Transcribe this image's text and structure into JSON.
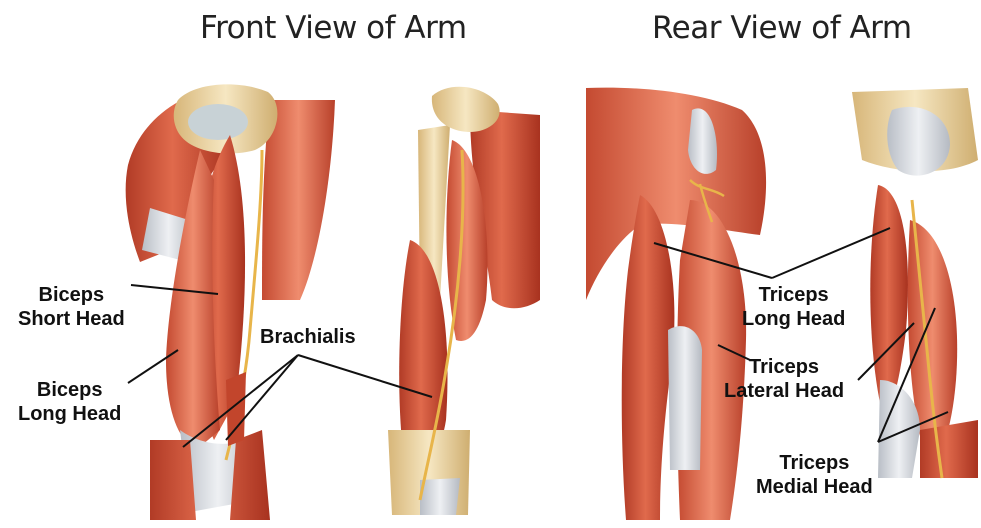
{
  "titles": {
    "front": "Front View of Arm",
    "rear": "Rear View of Arm"
  },
  "labels": {
    "biceps_short": [
      "Biceps",
      "Short Head"
    ],
    "biceps_long": [
      "Biceps",
      "Long Head"
    ],
    "brachialis": "Brachialis",
    "triceps_long": [
      "Triceps",
      "Long Head"
    ],
    "triceps_lateral": [
      "Triceps",
      "Lateral Head"
    ],
    "triceps_medial": [
      "Triceps",
      "Medial Head"
    ]
  },
  "colors": {
    "muscle": "#d9573f",
    "muscle_dark": "#a8321f",
    "muscle_light": "#ec8a6c",
    "tendon": "#dcdfe4",
    "bone": "#eed9a8",
    "nerve": "#e8b54a",
    "leader_line": "#111111"
  }
}
